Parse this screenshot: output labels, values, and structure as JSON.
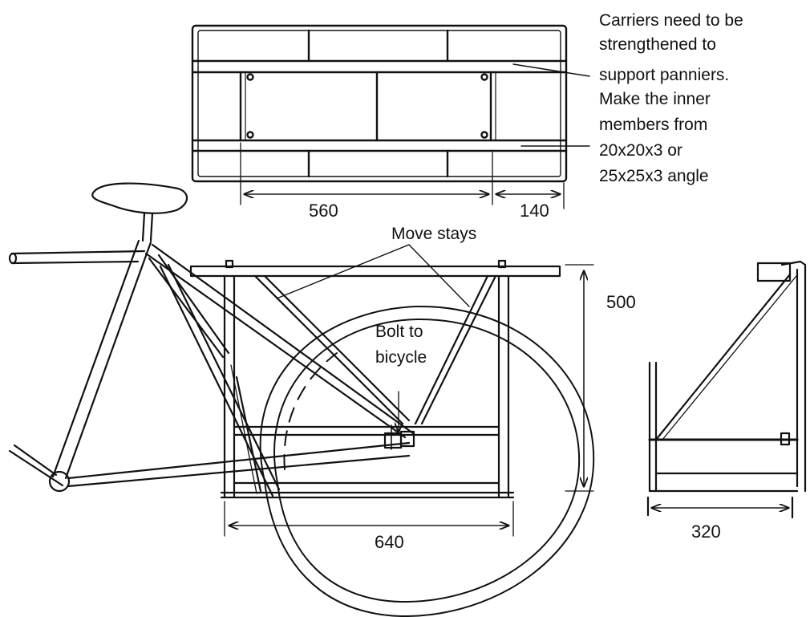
{
  "notes": {
    "carrier_note": [
      "Carriers need to be",
      "strengthened to",
      "support panniers.",
      "Make the inner",
      "members from",
      "20x20x3 or",
      "25x25x3 angle"
    ],
    "move_stays": "Move stays",
    "bolt_to_bicycle": [
      "Bolt to",
      "bicycle"
    ]
  },
  "dimensions": {
    "top_left": "560",
    "top_right": "140",
    "height": "500",
    "length": "640",
    "depth": "320"
  },
  "colors": {
    "ink": "#111111",
    "background": "#ffffff"
  }
}
